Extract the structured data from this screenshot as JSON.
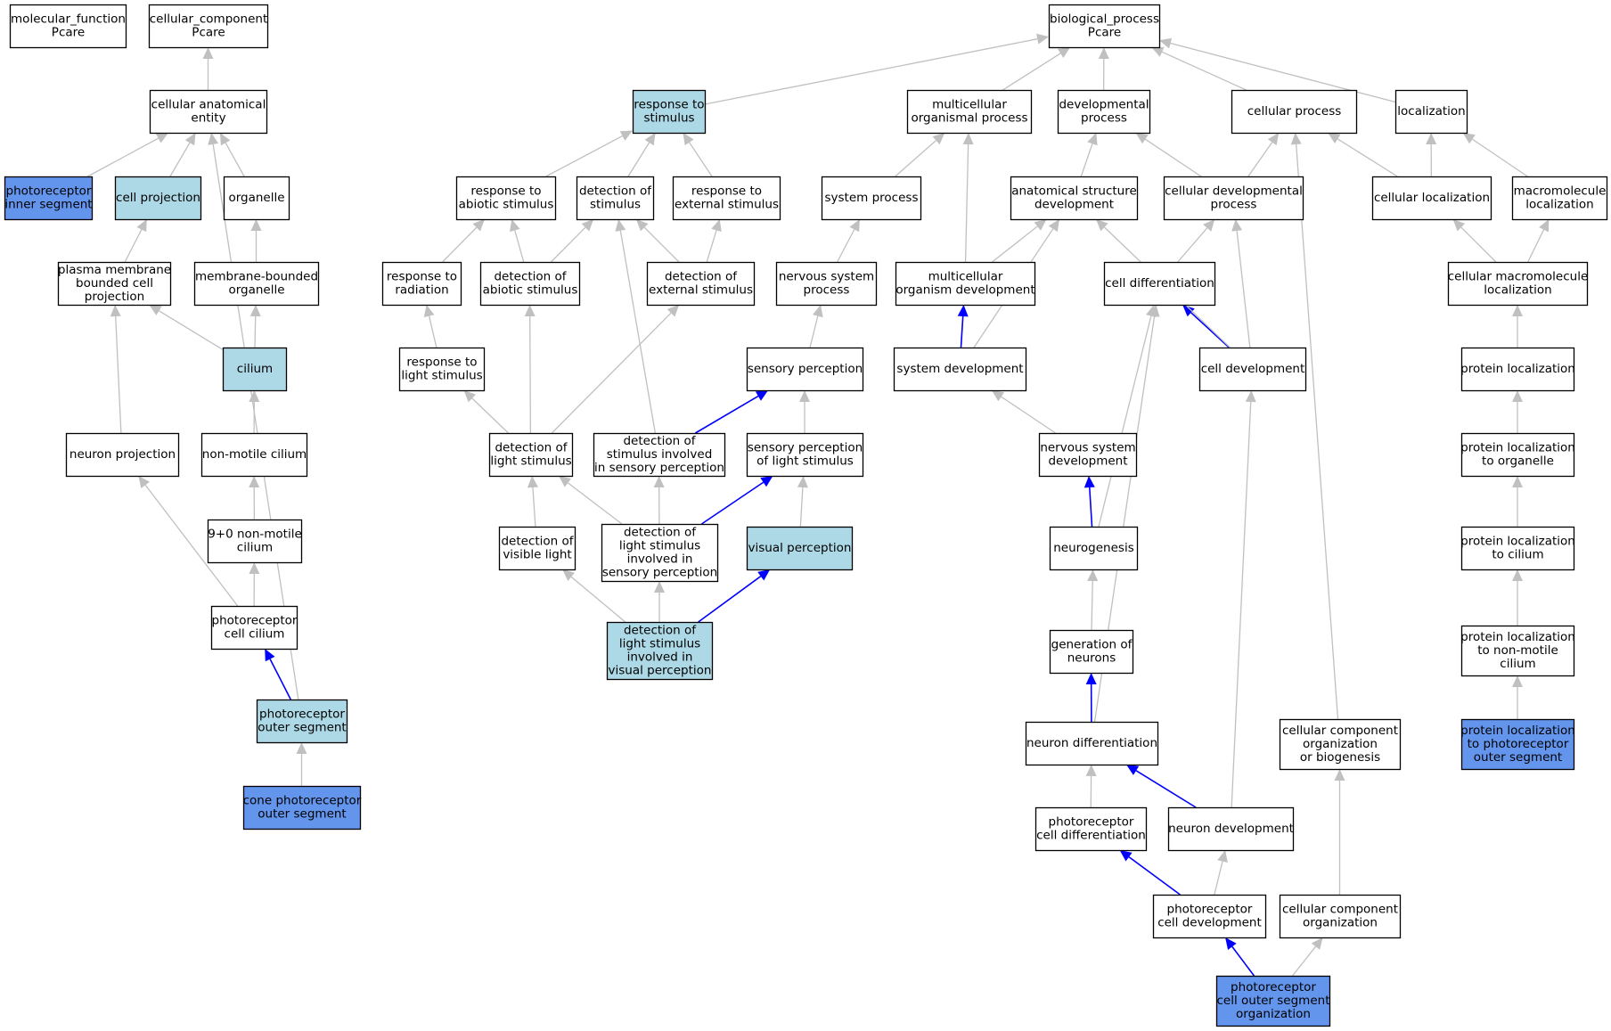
{
  "colors": {
    "plain": "#ffffff",
    "highlight": "#add8e6",
    "query": "#6495ed",
    "edge_gray": "#c0c0c0",
    "edge_blue": "#0000ff"
  },
  "nodes": [
    {
      "id": "mf",
      "lines": [
        "molecular_function",
        "Pcare"
      ],
      "fill": "plain"
    },
    {
      "id": "cc",
      "lines": [
        "cellular_component",
        "Pcare"
      ],
      "fill": "plain"
    },
    {
      "id": "bp",
      "lines": [
        "biological_process",
        "Pcare"
      ],
      "fill": "plain"
    },
    {
      "id": "cae",
      "lines": [
        "cellular anatomical",
        "entity"
      ],
      "fill": "plain"
    },
    {
      "id": "pis",
      "lines": [
        "photoreceptor",
        "inner segment"
      ],
      "fill": "query"
    },
    {
      "id": "cproj",
      "lines": [
        "cell projection"
      ],
      "fill": "highlight"
    },
    {
      "id": "org",
      "lines": [
        "organelle"
      ],
      "fill": "plain"
    },
    {
      "id": "pmbcp",
      "lines": [
        "plasma membrane",
        "bounded cell",
        "projection"
      ],
      "fill": "plain"
    },
    {
      "id": "mbo",
      "lines": [
        "membrane-bounded",
        "organelle"
      ],
      "fill": "plain"
    },
    {
      "id": "cilium",
      "lines": [
        "cilium"
      ],
      "fill": "highlight"
    },
    {
      "id": "nproj",
      "lines": [
        "neuron projection"
      ],
      "fill": "plain"
    },
    {
      "id": "nmc",
      "lines": [
        "non-motile cilium"
      ],
      "fill": "plain"
    },
    {
      "id": "c90",
      "lines": [
        "9+0 non-motile",
        "cilium"
      ],
      "fill": "plain"
    },
    {
      "id": "pcc",
      "lines": [
        "photoreceptor",
        "cell cilium"
      ],
      "fill": "plain"
    },
    {
      "id": "pos",
      "lines": [
        "photoreceptor",
        "outer segment"
      ],
      "fill": "highlight"
    },
    {
      "id": "cpos",
      "lines": [
        "cone photoreceptor",
        "outer segment"
      ],
      "fill": "query"
    },
    {
      "id": "rts",
      "lines": [
        "response to",
        "stimulus"
      ],
      "fill": "highlight"
    },
    {
      "id": "mop",
      "lines": [
        "multicellular",
        "organismal process"
      ],
      "fill": "plain"
    },
    {
      "id": "devp",
      "lines": [
        "developmental",
        "process"
      ],
      "fill": "plain"
    },
    {
      "id": "cellp",
      "lines": [
        "cellular process"
      ],
      "fill": "plain"
    },
    {
      "id": "loc",
      "lines": [
        "localization"
      ],
      "fill": "plain"
    },
    {
      "id": "ras",
      "lines": [
        "response to",
        "abiotic stimulus"
      ],
      "fill": "plain"
    },
    {
      "id": "dos",
      "lines": [
        "detection of",
        "stimulus"
      ],
      "fill": "plain"
    },
    {
      "id": "res",
      "lines": [
        "response to",
        "external stimulus"
      ],
      "fill": "plain"
    },
    {
      "id": "sysp",
      "lines": [
        "system process"
      ],
      "fill": "plain"
    },
    {
      "id": "asd",
      "lines": [
        "anatomical structure",
        "development"
      ],
      "fill": "plain"
    },
    {
      "id": "cdp",
      "lines": [
        "cellular developmental",
        "process"
      ],
      "fill": "plain"
    },
    {
      "id": "cloc",
      "lines": [
        "cellular localization"
      ],
      "fill": "plain"
    },
    {
      "id": "mloc",
      "lines": [
        "macromolecule",
        "localization"
      ],
      "fill": "plain"
    },
    {
      "id": "rtr",
      "lines": [
        "response to",
        "radiation"
      ],
      "fill": "plain"
    },
    {
      "id": "doas",
      "lines": [
        "detection of",
        "abiotic stimulus"
      ],
      "fill": "plain"
    },
    {
      "id": "does",
      "lines": [
        "detection of",
        "external stimulus"
      ],
      "fill": "plain"
    },
    {
      "id": "nsp",
      "lines": [
        "nervous system",
        "process"
      ],
      "fill": "plain"
    },
    {
      "id": "mod",
      "lines": [
        "multicellular",
        "organism development"
      ],
      "fill": "plain"
    },
    {
      "id": "cdiff",
      "lines": [
        "cell differentiation"
      ],
      "fill": "plain"
    },
    {
      "id": "cmloc",
      "lines": [
        "cellular macromolecule",
        "localization"
      ],
      "fill": "plain"
    },
    {
      "id": "rtls",
      "lines": [
        "response to",
        "light stimulus"
      ],
      "fill": "plain"
    },
    {
      "id": "sper",
      "lines": [
        "sensory perception"
      ],
      "fill": "plain"
    },
    {
      "id": "sysdev",
      "lines": [
        "system development"
      ],
      "fill": "plain"
    },
    {
      "id": "celldev",
      "lines": [
        "cell development"
      ],
      "fill": "plain"
    },
    {
      "id": "ploc",
      "lines": [
        "protein localization"
      ],
      "fill": "plain"
    },
    {
      "id": "dols",
      "lines": [
        "detection of",
        "light stimulus"
      ],
      "fill": "plain"
    },
    {
      "id": "dosisp",
      "lines": [
        "detection of",
        "stimulus involved",
        "in sensory perception"
      ],
      "fill": "plain"
    },
    {
      "id": "spols",
      "lines": [
        "sensory perception",
        "of light stimulus"
      ],
      "fill": "plain"
    },
    {
      "id": "nsd",
      "lines": [
        "nervous system",
        "development"
      ],
      "fill": "plain"
    },
    {
      "id": "pltoo",
      "lines": [
        "protein localization",
        "to organelle"
      ],
      "fill": "plain"
    },
    {
      "id": "dovl",
      "lines": [
        "detection of",
        "visible light"
      ],
      "fill": "plain"
    },
    {
      "id": "dolsisp",
      "lines": [
        "detection of",
        "light stimulus",
        "involved in",
        "sensory perception"
      ],
      "fill": "plain"
    },
    {
      "id": "vp",
      "lines": [
        "visual perception"
      ],
      "fill": "highlight"
    },
    {
      "id": "neurog",
      "lines": [
        "neurogenesis"
      ],
      "fill": "plain"
    },
    {
      "id": "pltoc",
      "lines": [
        "protein localization",
        "to cilium"
      ],
      "fill": "plain"
    },
    {
      "id": "gon",
      "lines": [
        "generation of",
        "neurons"
      ],
      "fill": "plain"
    },
    {
      "id": "dolsivp",
      "lines": [
        "detection of",
        "light stimulus",
        "involved in",
        "visual perception"
      ],
      "fill": "highlight"
    },
    {
      "id": "pltnmc",
      "lines": [
        "protein localization",
        "to non-motile",
        "cilium"
      ],
      "fill": "plain"
    },
    {
      "id": "ndiff",
      "lines": [
        "neuron differentiation"
      ],
      "fill": "plain"
    },
    {
      "id": "ccob",
      "lines": [
        "cellular component",
        "organization",
        "or biogenesis"
      ],
      "fill": "plain"
    },
    {
      "id": "pltpos",
      "lines": [
        "protein localization",
        "to photoreceptor",
        "outer segment"
      ],
      "fill": "query"
    },
    {
      "id": "pcdiff",
      "lines": [
        "photoreceptor",
        "cell differentiation"
      ],
      "fill": "plain"
    },
    {
      "id": "ndev",
      "lines": [
        "neuron development"
      ],
      "fill": "plain"
    },
    {
      "id": "pcdev",
      "lines": [
        "photoreceptor",
        "cell development"
      ],
      "fill": "plain"
    },
    {
      "id": "cco",
      "lines": [
        "cellular component",
        "organization"
      ],
      "fill": "plain"
    },
    {
      "id": "pcosorg",
      "lines": [
        "photoreceptor",
        "cell outer segment",
        "organization"
      ],
      "fill": "query"
    }
  ],
  "edges": [
    [
      "cae",
      "cc",
      "gray"
    ],
    [
      "pis",
      "cae",
      "gray"
    ],
    [
      "cproj",
      "cae",
      "gray"
    ],
    [
      "org",
      "cae",
      "gray"
    ],
    [
      "pos",
      "cae",
      "gray"
    ],
    [
      "pmbcp",
      "cproj",
      "gray"
    ],
    [
      "mbo",
      "org",
      "gray"
    ],
    [
      "cilium",
      "pmbcp",
      "gray"
    ],
    [
      "cilium",
      "mbo",
      "gray"
    ],
    [
      "nproj",
      "pmbcp",
      "gray"
    ],
    [
      "nmc",
      "cilium",
      "gray"
    ],
    [
      "c90",
      "nmc",
      "gray"
    ],
    [
      "pcc",
      "c90",
      "gray"
    ],
    [
      "pcc",
      "nproj",
      "gray"
    ],
    [
      "pos",
      "pcc",
      "blue"
    ],
    [
      "cpos",
      "pos",
      "gray"
    ],
    [
      "rts",
      "bp",
      "gray"
    ],
    [
      "mop",
      "bp",
      "gray"
    ],
    [
      "devp",
      "bp",
      "gray"
    ],
    [
      "cellp",
      "bp",
      "gray"
    ],
    [
      "loc",
      "bp",
      "gray"
    ],
    [
      "ras",
      "rts",
      "gray"
    ],
    [
      "dos",
      "rts",
      "gray"
    ],
    [
      "res",
      "rts",
      "gray"
    ],
    [
      "sysp",
      "mop",
      "gray"
    ],
    [
      "asd",
      "devp",
      "gray"
    ],
    [
      "cdp",
      "devp",
      "gray"
    ],
    [
      "cdp",
      "cellp",
      "gray"
    ],
    [
      "cloc",
      "cellp",
      "gray"
    ],
    [
      "cloc",
      "loc",
      "gray"
    ],
    [
      "mloc",
      "loc",
      "gray"
    ],
    [
      "rtr",
      "ras",
      "gray"
    ],
    [
      "doas",
      "ras",
      "gray"
    ],
    [
      "doas",
      "dos",
      "gray"
    ],
    [
      "does",
      "dos",
      "gray"
    ],
    [
      "does",
      "res",
      "gray"
    ],
    [
      "nsp",
      "sysp",
      "gray"
    ],
    [
      "mod",
      "asd",
      "gray"
    ],
    [
      "mod",
      "mop",
      "gray"
    ],
    [
      "cdiff",
      "cdp",
      "gray"
    ],
    [
      "cmloc",
      "cloc",
      "gray"
    ],
    [
      "cmloc",
      "mloc",
      "gray"
    ],
    [
      "rtls",
      "rtr",
      "gray"
    ],
    [
      "sper",
      "nsp",
      "gray"
    ],
    [
      "sysdev",
      "mod",
      "blue"
    ],
    [
      "sysdev",
      "asd",
      "gray"
    ],
    [
      "celldev",
      "cdiff",
      "blue"
    ],
    [
      "celldev",
      "asd",
      "gray"
    ],
    [
      "celldev",
      "cdp",
      "gray"
    ],
    [
      "ploc",
      "cmloc",
      "gray"
    ],
    [
      "dols",
      "rtls",
      "gray"
    ],
    [
      "dols",
      "doas",
      "gray"
    ],
    [
      "dols",
      "does",
      "gray"
    ],
    [
      "dosisp",
      "dos",
      "gray"
    ],
    [
      "dosisp",
      "sper",
      "blue"
    ],
    [
      "spols",
      "sper",
      "gray"
    ],
    [
      "nsd",
      "sysdev",
      "gray"
    ],
    [
      "pltoo",
      "ploc",
      "gray"
    ],
    [
      "dovl",
      "dols",
      "gray"
    ],
    [
      "dolsisp",
      "dols",
      "gray"
    ],
    [
      "dolsisp",
      "dosisp",
      "gray"
    ],
    [
      "dolsisp",
      "spols",
      "blue"
    ],
    [
      "vp",
      "spols",
      "gray"
    ],
    [
      "neurog",
      "nsd",
      "blue"
    ],
    [
      "neurog",
      "cdiff",
      "gray"
    ],
    [
      "pltoc",
      "pltoo",
      "gray"
    ],
    [
      "gon",
      "neurog",
      "gray"
    ],
    [
      "dolsivp",
      "dovl",
      "gray"
    ],
    [
      "dolsivp",
      "dolsisp",
      "gray"
    ],
    [
      "dolsivp",
      "vp",
      "blue"
    ],
    [
      "pltnmc",
      "pltoc",
      "gray"
    ],
    [
      "ndiff",
      "gon",
      "blue"
    ],
    [
      "ndiff",
      "cdiff",
      "gray"
    ],
    [
      "ccob",
      "cellp",
      "gray"
    ],
    [
      "pltpos",
      "pltnmc",
      "gray"
    ],
    [
      "pcdiff",
      "ndiff",
      "gray"
    ],
    [
      "ndev",
      "ndiff",
      "blue"
    ],
    [
      "ndev",
      "celldev",
      "gray"
    ],
    [
      "pcdev",
      "pcdiff",
      "blue"
    ],
    [
      "pcdev",
      "ndev",
      "gray"
    ],
    [
      "cco",
      "ccob",
      "gray"
    ],
    [
      "pcosorg",
      "pcdev",
      "blue"
    ],
    [
      "pcosorg",
      "cco",
      "gray"
    ]
  ]
}
